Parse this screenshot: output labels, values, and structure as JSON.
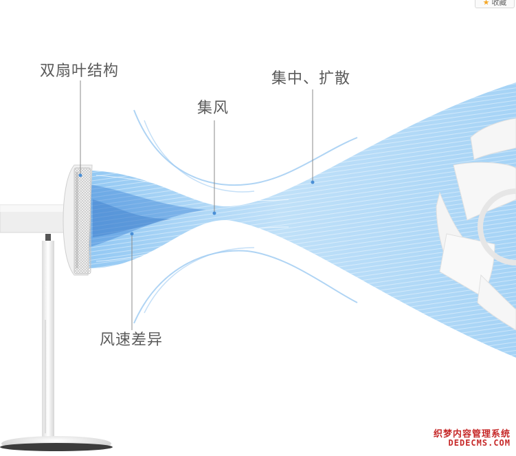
{
  "favorite_button": {
    "label": "收藏"
  },
  "labels": {
    "dual_blade": "双扇叶结构",
    "concentrate": "集风",
    "focus_spread": "集中、扩散",
    "speed_diff": "风速差异"
  },
  "watermark": {
    "brand_cn": "织梦内容管理系统",
    "brand_en": "DEDECMS.COM"
  },
  "colors": {
    "airflow": "#5aa9e8",
    "label_text": "#5a5a5a",
    "fan_body": "#f2f2f2",
    "watermark": "#c62828"
  }
}
